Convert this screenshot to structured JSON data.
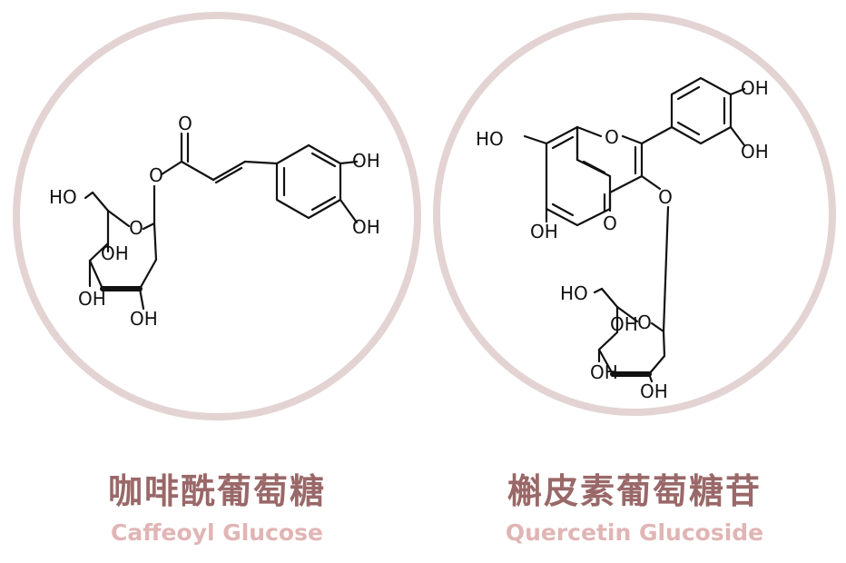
{
  "molecules": [
    {
      "name_cn": "咖啡酰葡萄糖",
      "name_en": "Caffeoyl Glucose",
      "atoms": {
        "o_carbonyl": "O",
        "o_ester": "O",
        "o_ring": "O",
        "oh_caffeoyl_top": "OH",
        "oh_caffeoyl_bottom": "OH",
        "ho_ch2": "HO",
        "oh_c4": "OH",
        "oh_c3": "OH",
        "oh_c2": "OH"
      }
    },
    {
      "name_cn": "槲皮素葡萄糖苷",
      "name_en": "Quercetin Glucoside",
      "atoms": {
        "ho_a7": "HO",
        "o_ring_c": "O",
        "oh_b_top": "OH",
        "oh_b_bottom": "OH",
        "oh_a5": "OH",
        "o_c4": "O",
        "o_glyco": "O",
        "ho_ch2": "HO",
        "o_ring": "O",
        "oh_c4": "OH",
        "oh_c3": "OH",
        "oh_c2": "OH"
      }
    }
  ],
  "colors": {
    "circle_stroke": "#e3d3d3",
    "name_cn": "#9a6868",
    "name_en": "#e1b5b5",
    "structure": "#111111"
  }
}
